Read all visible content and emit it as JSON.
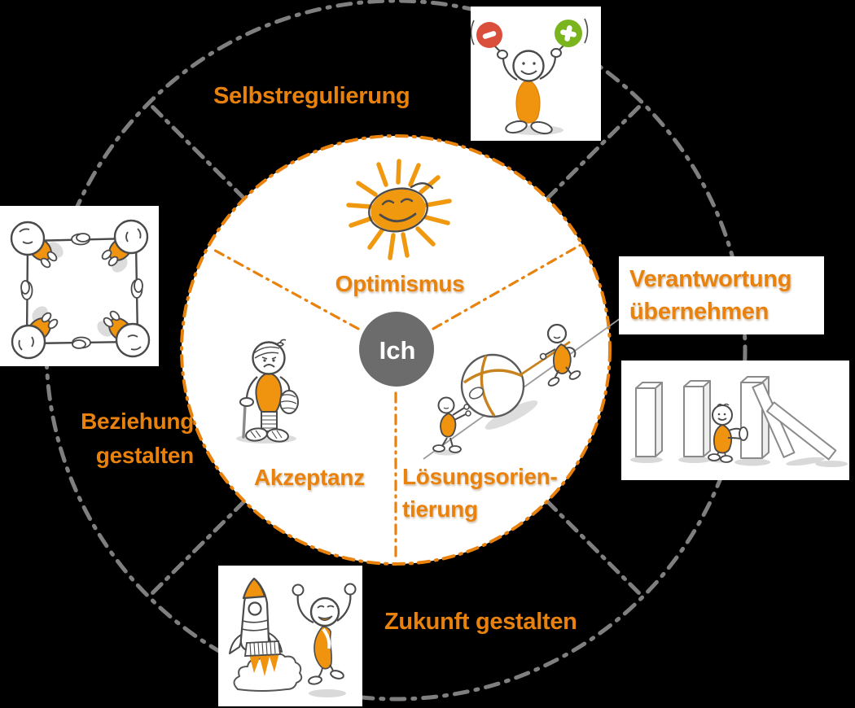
{
  "diagram": {
    "center": {
      "label": "Ich",
      "circle_color": "#6C6C6C"
    },
    "inner_sectors": [
      {
        "id": "optimismus",
        "label": "Optimismus",
        "illustration": "smiling-sun"
      },
      {
        "id": "akzeptanz",
        "label": "Akzeptanz",
        "illustration": "bandaged-injured-figure"
      },
      {
        "id": "loesungsorientierung",
        "label_line1": "Lösungsorien-",
        "label_line2": "tierung",
        "illustration": "figures-rolling-ball-uphill"
      }
    ],
    "outer_sectors": [
      {
        "id": "selbstregulierung",
        "label": "Selbstregulierung",
        "illustration": "figure-with-minus-plus-paddles"
      },
      {
        "id": "verantwortung",
        "label_line1": "Verantwortung",
        "label_line2": "übernehmen",
        "illustration": "figure-stopping-dominoes"
      },
      {
        "id": "zukunft",
        "label": "Zukunft gestalten",
        "illustration": "rocket-and-cheering-figure"
      },
      {
        "id": "beziehung",
        "label_line1": "Beziehung",
        "label_line2": "gestalten",
        "illustration": "four-figures-meeting-around-table"
      }
    ],
    "colors": {
      "accent_orange_text": "#E8820C",
      "figure_orange": "#F0930E",
      "dash_orange": "#E8820C",
      "dash_gray": "#7F7F7F",
      "center_gray": "#6C6C6C",
      "negative_red": "#DA4F3B",
      "positive_green": "#7AB51D",
      "outline_gray": "#4A4A4A",
      "background": "#000000"
    }
  }
}
